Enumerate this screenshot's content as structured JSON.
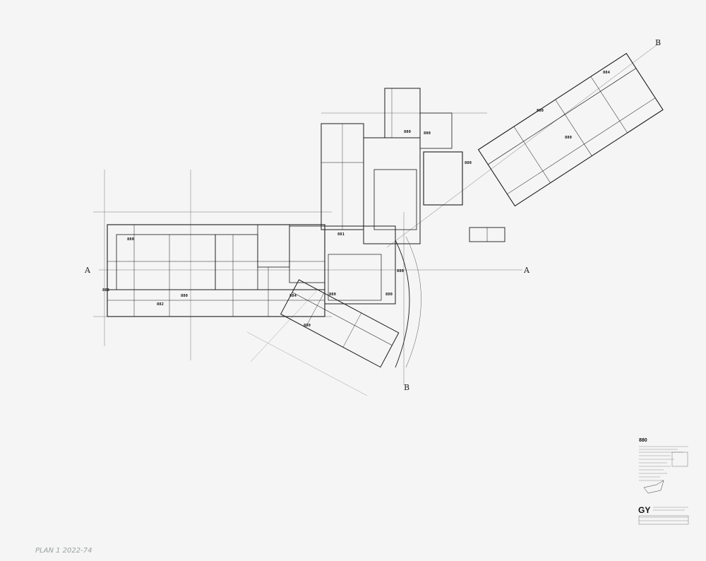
{
  "sheet": {
    "section_markers": [
      "A",
      "A",
      "B",
      "B"
    ],
    "room_numbers": [
      "880",
      "880",
      "882",
      "880",
      "884",
      "880",
      "880",
      "881",
      "880",
      "880",
      "880",
      "880",
      "880",
      "880",
      "884",
      "880"
    ],
    "colors": {
      "paper": "#f4f5f4",
      "ink": "#1a1a1a",
      "faint": "#9a9d9a"
    }
  },
  "title_block": {
    "project_number": "880",
    "logo": "GY"
  },
  "margin_note": "PLAN 1 2022-74"
}
